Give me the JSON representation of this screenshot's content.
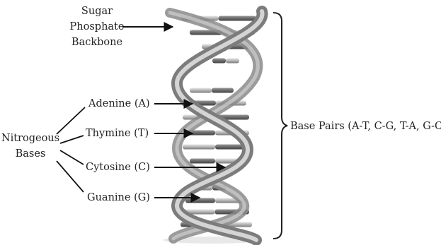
{
  "backbone_label": [
    "Sugar",
    "Phosphate",
    "Backbone"
  ],
  "bases_group_label": [
    "Nitrogeous",
    "Bases"
  ],
  "bases": [
    {
      "name": "Adenine (A)"
    },
    {
      "name": "Thymine (T)"
    },
    {
      "name": "Cytosine (C)"
    },
    {
      "name": "Guanine (G)"
    }
  ],
  "base_pairs_label": "Base Pairs (A-T, C-G, T-A, G-C)",
  "colors": {
    "strand_light": "#d4d4d4",
    "strand_mid": "#9a9a9a",
    "strand_dark": "#5c5c5c",
    "rung_light": "#cfcfcf",
    "rung_dark": "#6e6e6e",
    "arrow": "#111111",
    "text": "#222222"
  }
}
